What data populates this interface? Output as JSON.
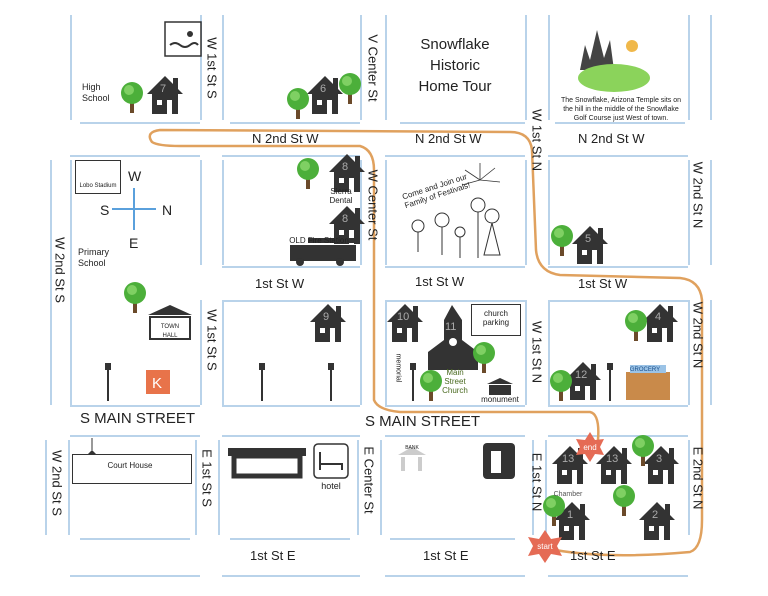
{
  "title": {
    "line1": "Snowflake",
    "line2": "Historic",
    "line3": "Home Tour"
  },
  "temple_caption": "The Snowflake, Arizona Temple sits on the hill in the middle of the Snowflake Golf Course just West of town.",
  "streets": {
    "n2nd_a": "N 2nd St W",
    "n2nd_b": "N 2nd St W",
    "n2nd_c": "N 2nd St W",
    "first_w_a": "1st St W",
    "first_w_b": "1st St W",
    "first_w_c": "1st St W",
    "main_a": "S MAIN STREET",
    "main_b": "S MAIN STREET",
    "first_e_a": "1st St E",
    "first_e_b": "1st St E",
    "first_e_c": "1st St E",
    "w1st_s_top": "W 1st St S",
    "w1st_s_mid": "W 1st St S",
    "w2nd_s_mid": "W 2nd St S",
    "w2nd_s_bot": "W 2nd St S",
    "w_center_top": "V Center St",
    "w_center_mid": "W Center St",
    "e_center": "E Center St",
    "w1st_n_top": "W 1st St N",
    "w1st_n_mid": "W 1st St N",
    "e1st_s": "E 1st St S",
    "e1st_n": "E 1st St N",
    "w2nd_n_top": "W 2nd St N",
    "w2nd_n_mid": "W 2nd St N",
    "e2nd_n": "E 2nd St N"
  },
  "compass": {
    "w": "W",
    "s": "S",
    "n": "N",
    "e": "E"
  },
  "places": {
    "high_school": "High School",
    "lobo_stadium": "Lobo Stadium",
    "primary_school": "Primary School",
    "sierra_dental": "Sierra Dental",
    "fire_station": "OLD Fire Station",
    "town_hall": "TOWN HALL",
    "festival": "Come and Join our Family of Festivals!",
    "church_parking": "church parking",
    "memorial": "memorial",
    "main_street_church": "Main Street Church",
    "monument": "monument",
    "grocery": "GROCERY",
    "court_house": "Court House",
    "hotel": "hotel",
    "bank": "BANK",
    "chamber": "Chamber",
    "start": "start",
    "end": "end"
  },
  "houses": [
    "7",
    "6",
    "8",
    "8",
    "5",
    "9",
    "10",
    "11",
    "4",
    "12",
    "13",
    "13",
    "3",
    "1",
    "2"
  ],
  "colors": {
    "route": "#e0a15e",
    "street_line": "#b9d3ea",
    "house": "#333333",
    "tree": "#4caf3a",
    "star": "#e56b55",
    "compass": "#5aa0dc"
  }
}
